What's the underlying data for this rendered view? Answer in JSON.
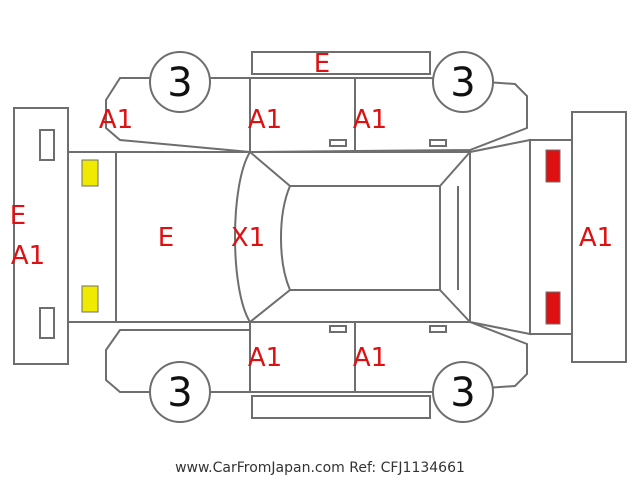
{
  "colors": {
    "damage_label": "#dd1111",
    "outline": "#6e6e6e",
    "front_lamp": "#f0ea00",
    "rear_lamp": "#dd1111"
  },
  "labels": {
    "roof_edge_top": "E",
    "top_fender_left": "A1",
    "top_front_door": "A1",
    "top_rear_door": "A1",
    "front_bumper_e": "E",
    "front_bumper_a1": "A1",
    "hood": "E",
    "windshield": "X1",
    "rear_bumper": "A1",
    "bottom_front_door": "A1",
    "bottom_rear_door": "A1"
  },
  "tires": {
    "top_left": "3",
    "top_right": "3",
    "bottom_left": "3",
    "bottom_right": "3"
  },
  "footer": "www.CarFromJapan.com Ref: CFJ1134661"
}
